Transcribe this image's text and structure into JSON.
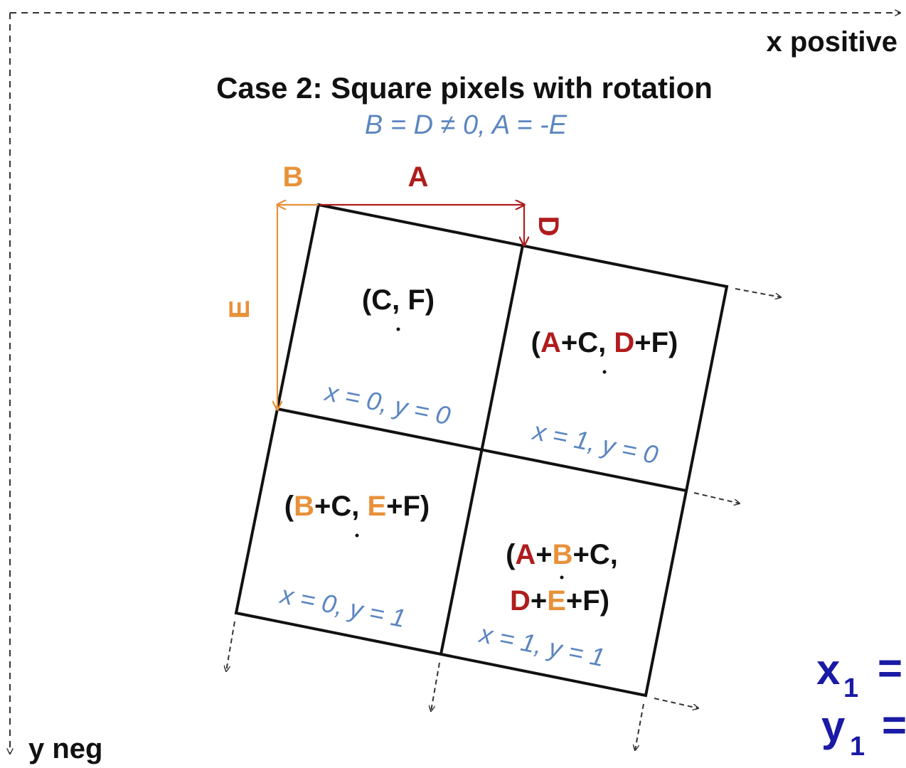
{
  "axes": {
    "x_label": "x positive",
    "y_label": "y neg"
  },
  "title": "Case 2: Square pixels with rotation",
  "subtitle": "B = D ≠ 0, A = -E",
  "params": {
    "A": "A",
    "B": "B",
    "D": "D",
    "E": "E"
  },
  "cells": {
    "c00": {
      "center": "(C, F)",
      "index": "x = 0, y = 0"
    },
    "c10": {
      "center": [
        {
          "t": "(",
          "c": "black"
        },
        {
          "t": "A",
          "c": "red"
        },
        {
          "t": "+C, ",
          "c": "black"
        },
        {
          "t": "D",
          "c": "red"
        },
        {
          "t": "+F)",
          "c": "black"
        }
      ],
      "index": "x = 1, y = 0"
    },
    "c01": {
      "center": [
        {
          "t": "(",
          "c": "black"
        },
        {
          "t": "B",
          "c": "orange"
        },
        {
          "t": "+C, ",
          "c": "black"
        },
        {
          "t": "E",
          "c": "orange"
        },
        {
          "t": "+F)",
          "c": "black"
        }
      ],
      "index": "x = 0, y = 1"
    },
    "c11": {
      "center_line1": [
        {
          "t": "(",
          "c": "black"
        },
        {
          "t": "A",
          "c": "red"
        },
        {
          "t": "+",
          "c": "black"
        },
        {
          "t": "B",
          "c": "orange"
        },
        {
          "t": "+C,",
          "c": "black"
        }
      ],
      "center_line2": [
        {
          "t": "D",
          "c": "red"
        },
        {
          "t": "+",
          "c": "black"
        },
        {
          "t": "E",
          "c": "orange"
        },
        {
          "t": "+F)",
          "c": "black"
        }
      ],
      "index": "x = 1, y = 1"
    }
  },
  "formula": {
    "x_var": "x",
    "y_var": "y",
    "sub": "1",
    "eq": "="
  },
  "colors": {
    "black": "#111111",
    "red": "#b01c1c",
    "orange": "#e8913a",
    "blue": "#5b86c0",
    "navy": "#1a1aa6"
  }
}
